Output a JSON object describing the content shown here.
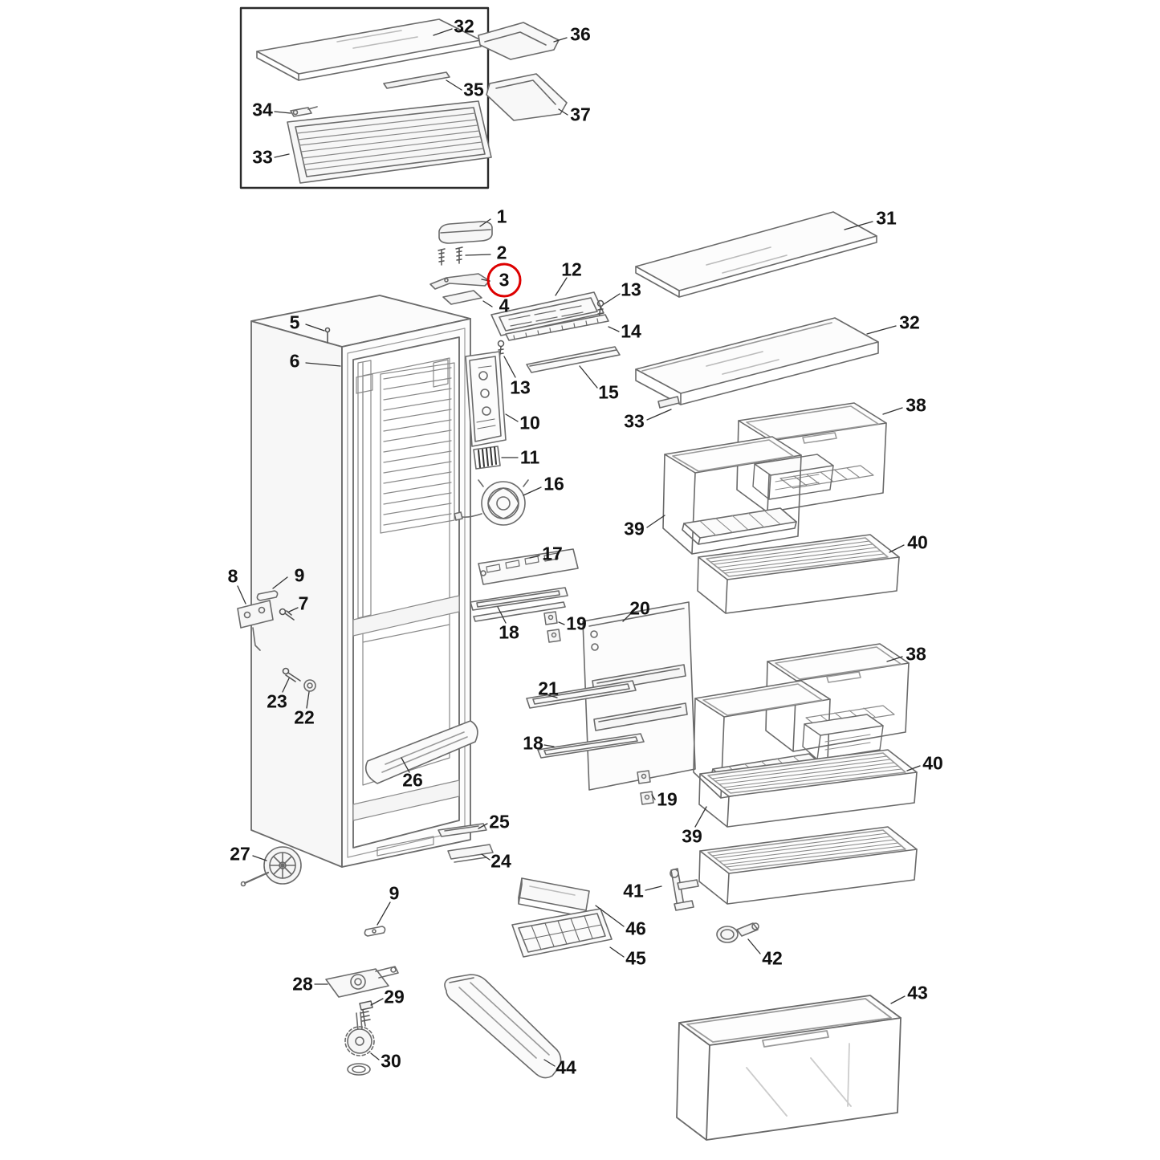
{
  "diagram": {
    "type": "exploded-parts-diagram",
    "subject": "Refrigerator fridge-freezer exploded view parts diagram",
    "style": {
      "background": "#ffffff",
      "line_color": "#6a6a6a",
      "leader_color": "#333333",
      "label_color": "#111111",
      "highlight_color": "#dd0000"
    },
    "highlighted_part": "3",
    "inset_box_parts": [
      "32",
      "36",
      "35",
      "34",
      "33",
      "37"
    ],
    "labels": [
      {
        "text": "32"
      },
      {
        "text": "36"
      },
      {
        "text": "35"
      },
      {
        "text": "34"
      },
      {
        "text": "33"
      },
      {
        "text": "37"
      },
      {
        "text": "1"
      },
      {
        "text": "2"
      },
      {
        "text": "3",
        "highlighted": true
      },
      {
        "text": "12"
      },
      {
        "text": "13"
      },
      {
        "text": "4"
      },
      {
        "text": "14"
      },
      {
        "text": "31"
      },
      {
        "text": "5"
      },
      {
        "text": "6"
      },
      {
        "text": "13"
      },
      {
        "text": "15"
      },
      {
        "text": "32"
      },
      {
        "text": "10"
      },
      {
        "text": "33"
      },
      {
        "text": "38"
      },
      {
        "text": "11"
      },
      {
        "text": "16"
      },
      {
        "text": "39"
      },
      {
        "text": "40"
      },
      {
        "text": "17"
      },
      {
        "text": "8"
      },
      {
        "text": "9"
      },
      {
        "text": "7"
      },
      {
        "text": "18"
      },
      {
        "text": "19"
      },
      {
        "text": "20"
      },
      {
        "text": "23"
      },
      {
        "text": "22"
      },
      {
        "text": "21"
      },
      {
        "text": "18"
      },
      {
        "text": "38"
      },
      {
        "text": "26"
      },
      {
        "text": "19"
      },
      {
        "text": "40"
      },
      {
        "text": "39"
      },
      {
        "text": "25"
      },
      {
        "text": "24"
      },
      {
        "text": "27"
      },
      {
        "text": "9"
      },
      {
        "text": "41"
      },
      {
        "text": "46"
      },
      {
        "text": "45"
      },
      {
        "text": "42"
      },
      {
        "text": "28"
      },
      {
        "text": "29"
      },
      {
        "text": "30"
      },
      {
        "text": "44"
      },
      {
        "text": "43"
      }
    ]
  }
}
